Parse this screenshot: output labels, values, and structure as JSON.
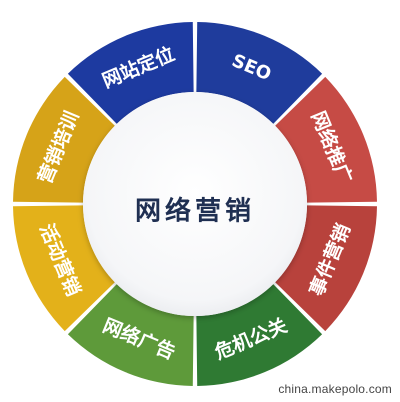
{
  "center_title": "网络营销",
  "segments": [
    {
      "label": "SEO",
      "color": "#1f3c9c"
    },
    {
      "label": "网络推广",
      "color": "#c64b45"
    },
    {
      "label": "事件营销",
      "color": "#b8423c"
    },
    {
      "label": "危机公关",
      "color": "#2f7a33"
    },
    {
      "label": "网络广告",
      "color": "#5e9a3a"
    },
    {
      "label": "活动营销",
      "color": "#e3b11a"
    },
    {
      "label": "营销培训",
      "color": "#d6a318"
    },
    {
      "label": "网站定位",
      "color": "#1d3aa0"
    }
  ],
  "watermark": "china.makepolo.com"
}
